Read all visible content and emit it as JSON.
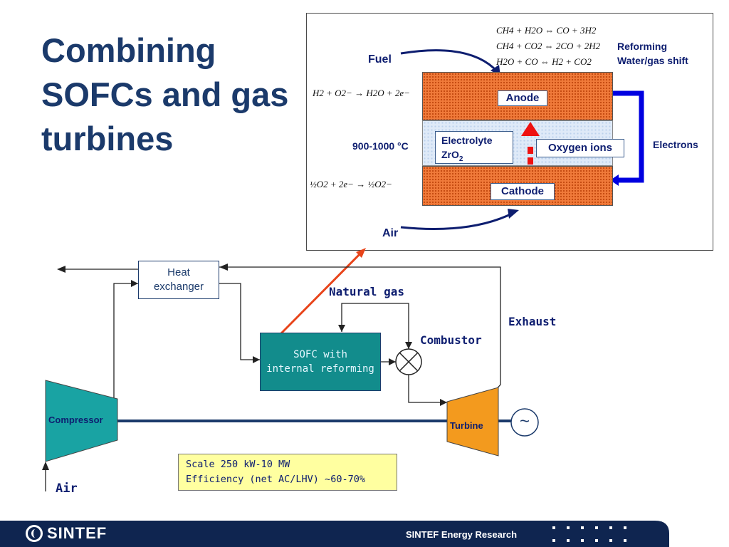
{
  "title": "Combining SOFCs and gas turbines",
  "inset": {
    "fuel_label": "Fuel",
    "air_label": "Air",
    "anode_label": "Anode",
    "cathode_label": "Cathode",
    "electrolyte_line1": "Electrolyte",
    "electrolyte_line2": "ZrO",
    "electrolyte_sub": "2",
    "oxygen_ions_label": "Oxygen ions",
    "temperature_label": "900-1000 °C",
    "electrons_label": "Electrons",
    "reforming_label": "Reforming",
    "water_gas_shift_label": "Water/gas shift",
    "reaction_reforming_1": "CH4 + H2O ⇔ CO + 3H2",
    "reaction_reforming_2": "CH4 + CO2 ⇔ 2CO + 2H2",
    "reaction_shift": "H2O + CO ⇔ H2 + CO2",
    "reaction_anode": "H2 + O2− → H2O + 2e−",
    "reaction_cathode": "½O2 + 2e− → ½O2−"
  },
  "plant": {
    "heat_exchanger_line1": "Heat",
    "heat_exchanger_line2": "exchanger",
    "natural_gas_label": "Natural gas",
    "exhaust_label": "Exhaust",
    "combustor_label": "Combustor",
    "sofc_line1": "SOFC with",
    "sofc_line2": "internal reforming",
    "compressor_label": "Compressor",
    "turbine_label": "Turbine",
    "generator_symbol": "~",
    "air_label": "Air",
    "info_line1": "Scale 250 kW-10 MW",
    "info_line2": "Efficiency (net AC/LHV) ~60-70%"
  },
  "footer": {
    "logo_text": "SINTEF",
    "org_text": "SINTEF Energy Research"
  },
  "colors": {
    "title": "#1b3a6b",
    "navy": "#0e1e70",
    "anode_cathode": "#f07a3a",
    "electrolyte": "#dfeaf8",
    "sofc_block": "#128c8c",
    "compressor": "#19a3a3",
    "turbine": "#f39a1e",
    "info_box": "#ffffa0",
    "footer": "#0f2550",
    "electron_arrow": "#0000e0",
    "ion_arrow": "#ee1111",
    "link_line": "#e8441a"
  }
}
